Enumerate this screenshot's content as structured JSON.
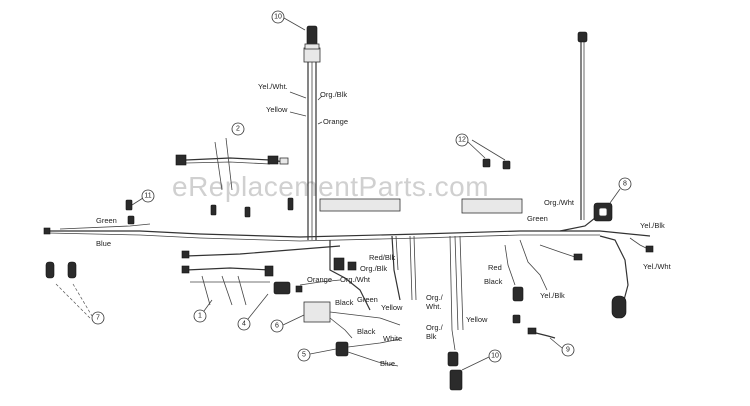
{
  "watermark": "eReplacementParts.com",
  "wire_labels": {
    "yel_wht_top": "Yel./Wht.",
    "org_blk_top": "Org./Blk",
    "yellow_top": "Yellow",
    "orange_top": "Orange",
    "green_left": "Green",
    "blue_left": "Blue",
    "org_wht_right": "Org./Wht",
    "green_right": "Green",
    "yel_blk_right": "Yel./Blk",
    "yel_wht_right": "Yel./Wht",
    "org_blk_mid": "Org./Blk",
    "red_blk_mid": "Red/Blk",
    "orange_mid": "Orange",
    "org_wht_mid": "Org./Wht",
    "black_mid": "Black",
    "green_mid": "Green",
    "yellow_mid": "Yellow",
    "black_low": "Black",
    "white_low": "White",
    "blue_low": "Blue",
    "org_wht_bottom_1": "Org./",
    "org_wht_bottom_2": "Wht.",
    "org_blk_bottom_1": "Org./",
    "org_blk_bottom_2": "Blk",
    "yellow_bottom": "Yellow",
    "red_right": "Red",
    "black_right": "Black",
    "yel_blk_lower": "Yel./Blk"
  },
  "callouts": [
    "1",
    "2",
    "4",
    "5",
    "6",
    "7",
    "8",
    "9",
    "10",
    "10",
    "11",
    "12"
  ]
}
